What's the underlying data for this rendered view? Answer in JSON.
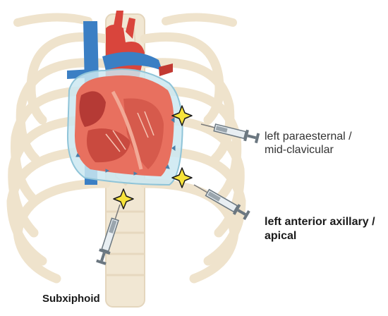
{
  "labels": {
    "parasternal_line1": "left paraesternal /",
    "parasternal_line2": "mid-clavicular",
    "axillary_line1": "left anterior axillary /",
    "axillary_line2": "apical",
    "subxiphoid": "Subxiphoid"
  },
  "colors": {
    "bone": "#efe3cc",
    "bone_stroke": "#e2d3b8",
    "heart": "#e8705f",
    "heart_dark": "#c23a33",
    "vein_blue": "#3b7fc4",
    "pericardium": "#bfe3ef",
    "star": "#f7e33a",
    "syringe": "#9aa5ad"
  }
}
